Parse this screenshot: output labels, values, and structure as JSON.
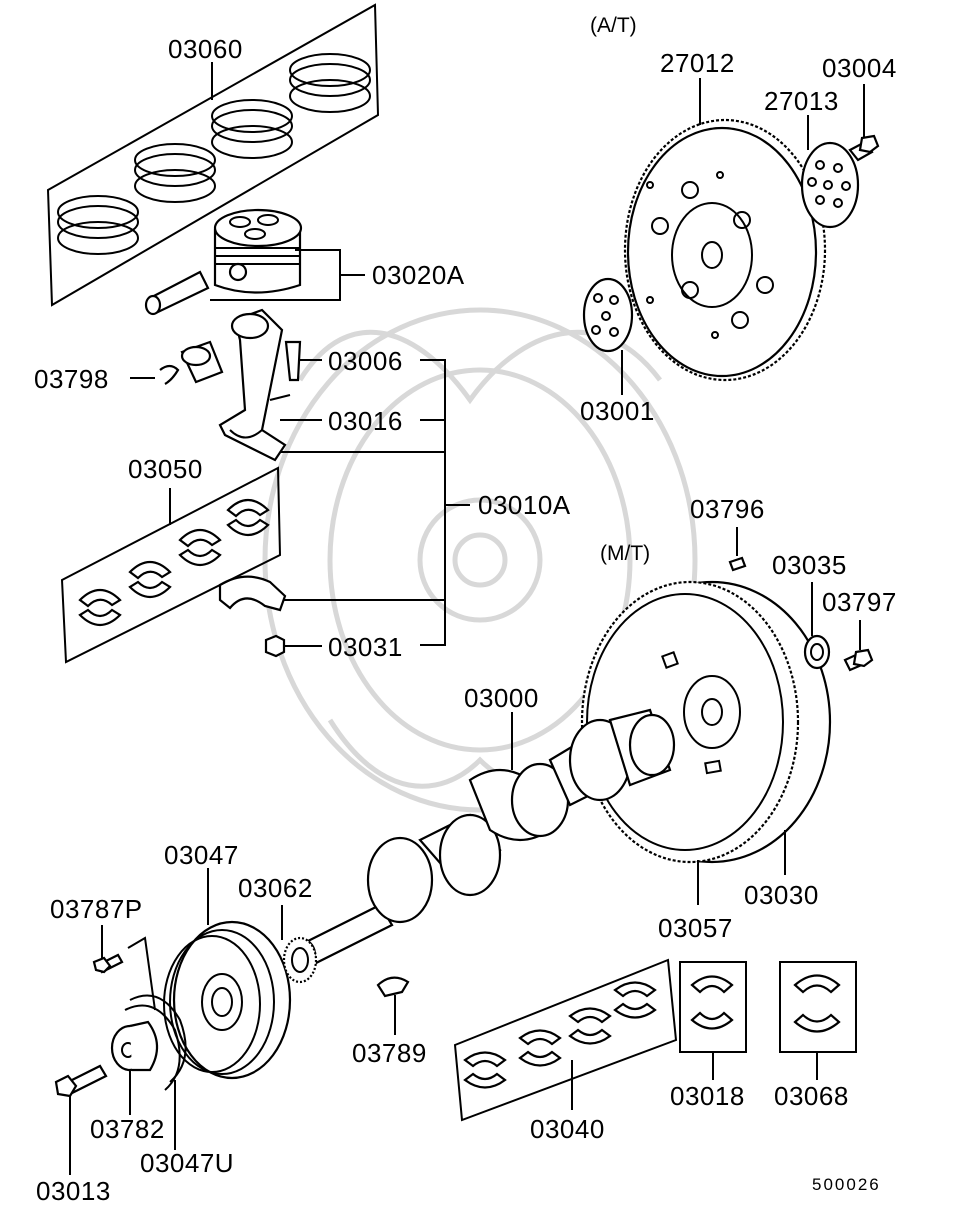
{
  "diagram": {
    "reference_number": "500026",
    "group_labels": {
      "automatic_transmission": "(A/T)",
      "manual_transmission": "(M/T)"
    },
    "part_labels": [
      {
        "id": "p03060",
        "text": "03060"
      },
      {
        "id": "p03020A",
        "text": "03020A"
      },
      {
        "id": "p03798",
        "text": "03798"
      },
      {
        "id": "p03006",
        "text": "03006"
      },
      {
        "id": "p03016",
        "text": "03016"
      },
      {
        "id": "p03050",
        "text": "03050"
      },
      {
        "id": "p03010A",
        "text": "03010A"
      },
      {
        "id": "p03031",
        "text": "03031"
      },
      {
        "id": "p27012",
        "text": "27012"
      },
      {
        "id": "p03004",
        "text": "03004"
      },
      {
        "id": "p27013",
        "text": "27013"
      },
      {
        "id": "p03001",
        "text": "03001"
      },
      {
        "id": "p03796",
        "text": "03796"
      },
      {
        "id": "p03035",
        "text": "03035"
      },
      {
        "id": "p03797",
        "text": "03797"
      },
      {
        "id": "p03000",
        "text": "03000"
      },
      {
        "id": "p03030",
        "text": "03030"
      },
      {
        "id": "p03057",
        "text": "03057"
      },
      {
        "id": "p03047",
        "text": "03047"
      },
      {
        "id": "p03062",
        "text": "03062"
      },
      {
        "id": "p03787P",
        "text": "03787P"
      },
      {
        "id": "p03789",
        "text": "03789"
      },
      {
        "id": "p03040",
        "text": "03040"
      },
      {
        "id": "p03018",
        "text": "03018"
      },
      {
        "id": "p03068",
        "text": "03068"
      },
      {
        "id": "p03782",
        "text": "03782"
      },
      {
        "id": "p03047U",
        "text": "03047U"
      },
      {
        "id": "p03013",
        "text": "03013"
      }
    ]
  }
}
